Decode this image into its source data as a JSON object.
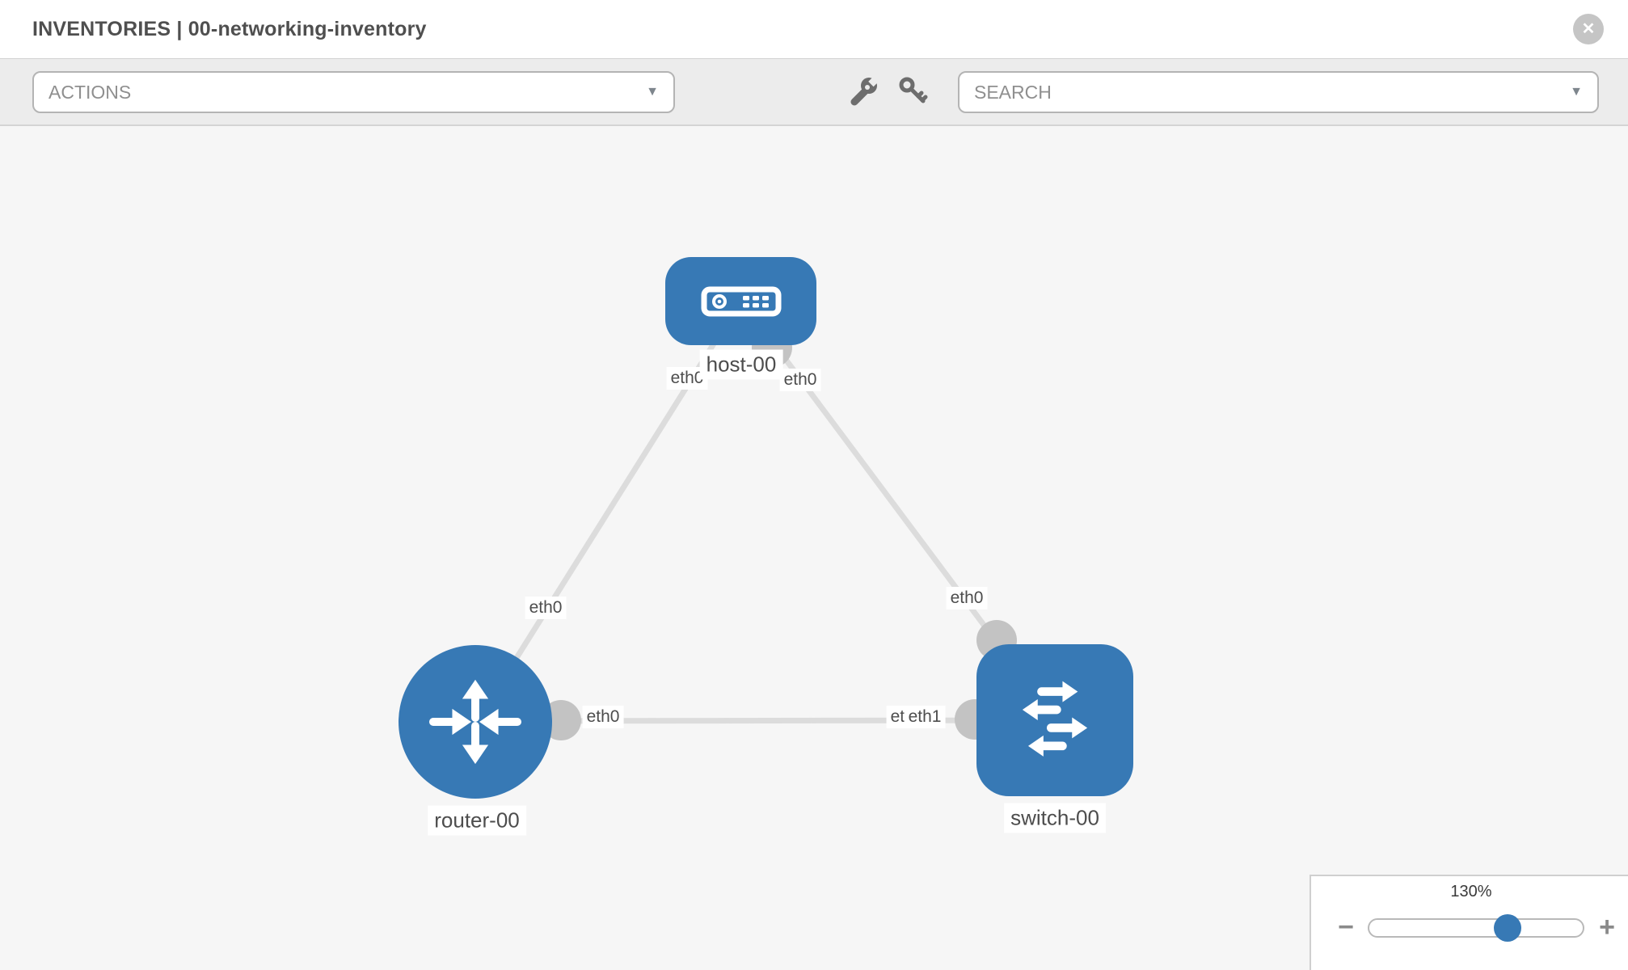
{
  "header": {
    "title": "INVENTORIES | 00-networking-inventory",
    "close_icon": "✕"
  },
  "toolbar": {
    "actions": {
      "label": "ACTIONS",
      "caret": "▼"
    },
    "search": {
      "label": "SEARCH",
      "caret": "▼"
    },
    "icons": {
      "wrench": "wrench-icon",
      "key": "key-icon"
    }
  },
  "topology": {
    "nodes": {
      "host": {
        "label": "host-00",
        "type": "host"
      },
      "router": {
        "label": "router-00",
        "type": "router"
      },
      "switch": {
        "label": "switch-00",
        "type": "switch"
      }
    },
    "interfaces": {
      "host_to_router": "eth0",
      "router_to_host": "eth0",
      "host_to_switch": "eth0",
      "switch_to_host": "eth0",
      "router_to_switch": "eth0",
      "switch_to_router_back": "eth0",
      "switch_to_router_front": "eth1"
    },
    "links": [
      {
        "from": "host-00",
        "to": "router-00",
        "from_iface": "eth0",
        "to_iface": "eth0"
      },
      {
        "from": "host-00",
        "to": "switch-00",
        "from_iface": "eth0",
        "to_iface": "eth0"
      },
      {
        "from": "router-00",
        "to": "switch-00",
        "from_iface": "eth0",
        "to_iface": "eth1"
      }
    ]
  },
  "zoom": {
    "level": "130%",
    "minus": "−",
    "plus": "+"
  },
  "colors": {
    "node_blue": "#3779b5",
    "link_gray": "#dcdcdc",
    "port_gray": "#c3c3c3",
    "canvas_bg": "#f6f6f6",
    "toolbar_bg": "#ececec",
    "label_text": "#4d4d4d"
  }
}
